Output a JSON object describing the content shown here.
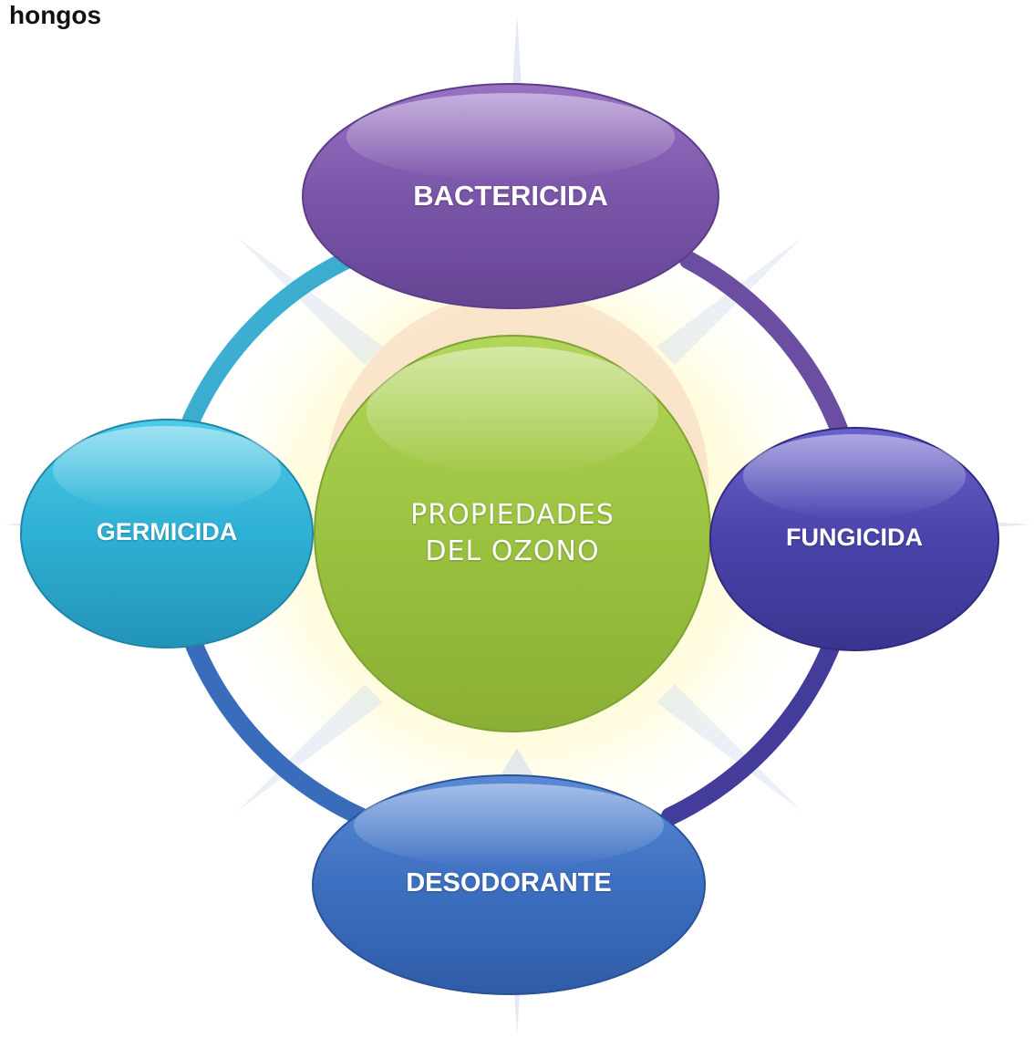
{
  "heading": "hongos",
  "diagram": {
    "center": {
      "line1": "PROPIEDADES",
      "line2": "DEL OZONO",
      "color": "#9cc241"
    },
    "nodes": {
      "top": {
        "label": "BACTERICIDA",
        "color": "#7a56a8"
      },
      "right": {
        "label": "FUNGICIDA",
        "color": "#4a44aa"
      },
      "bottom": {
        "label": "DESODORANTE",
        "color": "#3d6fc0"
      },
      "left": {
        "label": "GERMICIDA",
        "color": "#2eb0d4"
      }
    }
  }
}
